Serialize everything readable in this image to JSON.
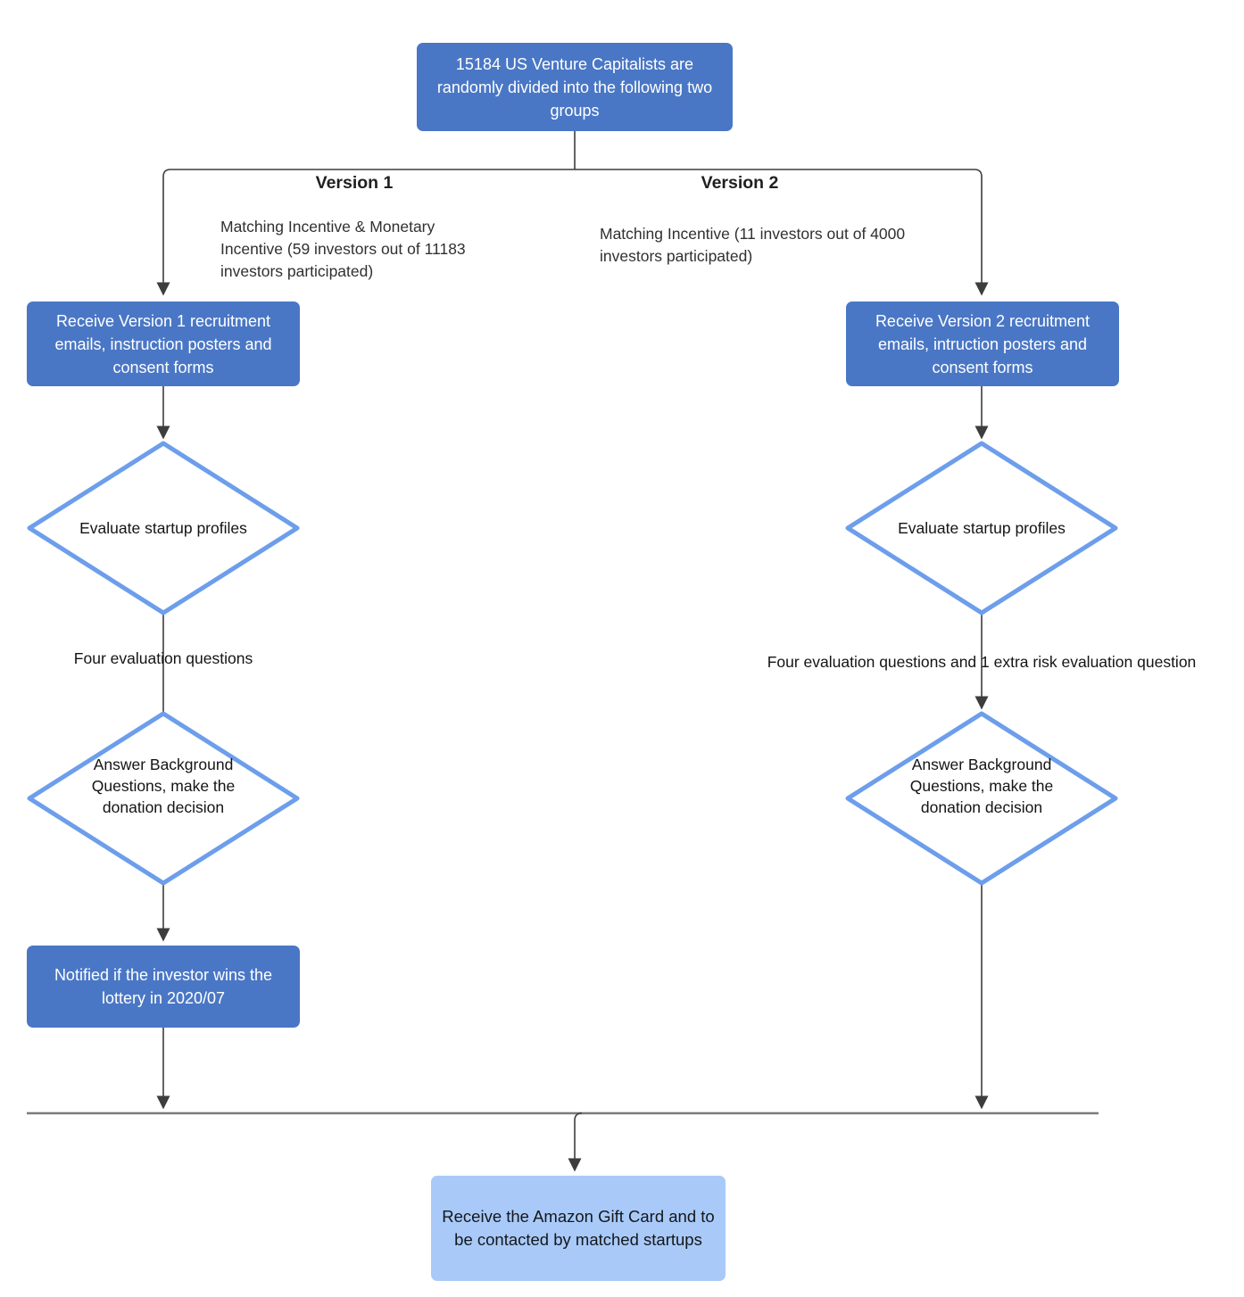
{
  "diagram_type": "flowchart",
  "colors": {
    "node_blue": "#4a77c5",
    "node_light_blue": "#a9caf8",
    "diamond_stroke": "#6d9eeb",
    "connector_dark": "#3d3d3d",
    "connector_gray": "#7a7a7a",
    "text_on_blue": "#ffffff",
    "text_dark": "#141414"
  },
  "root": {
    "label": "15184 US Venture Capitalists are randomly divided into the following two groups"
  },
  "branches": {
    "version1": {
      "title": "Version 1",
      "description": "Matching Incentive & Monetary Incentive (59 investors out of 11183 investors participated)",
      "receive_box": "Receive Version 1 recruitment emails, instruction posters and consent forms",
      "diamond1": "Evaluate startup profiles",
      "edge_label": "Four evaluation questions",
      "diamond2": "Answer Background Questions, make the donation decision",
      "notify_box": "Notified if the investor wins the lottery in 2020/07"
    },
    "version2": {
      "title": "Version 2",
      "description": "Matching Incentive  (11 investors out of 4000 investors participated)",
      "receive_box": "Receive Version 2 recruitment emails, intruction posters and consent forms",
      "diamond1": "Evaluate startup profiles",
      "edge_label": "Four evaluation questions and 1 extra risk evaluation question",
      "diamond2": "Answer Background Questions, make the donation decision"
    }
  },
  "final_box": "Receive the Amazon Gift Card and to be contacted by matched startups"
}
